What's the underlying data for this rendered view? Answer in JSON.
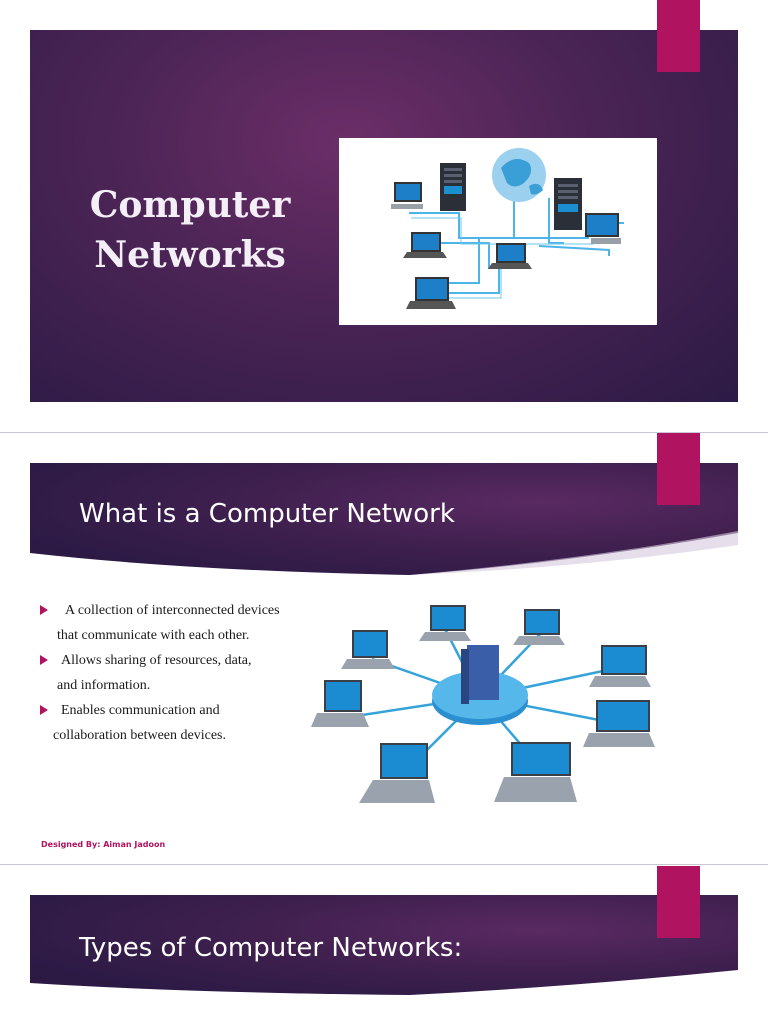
{
  "slides": [
    {
      "title_lines": [
        "Computer",
        "Networks"
      ]
    },
    {
      "title": "What is a Computer Network",
      "bullets": [
        {
          "lines": [
            "A collection of interconnected devices",
            "that communicate with each other."
          ]
        },
        {
          "lines": [
            "Allows sharing of resources, data,",
            "and information."
          ]
        },
        {
          "lines": [
            "Enables communication and",
            "collaboration between devices."
          ]
        }
      ],
      "footer": "Designed By: Aiman Jadoon"
    },
    {
      "title": "Types of Computer Networks:"
    }
  ],
  "colors": {
    "accent": "#b0135f",
    "banner_dark": "#2c1a45",
    "banner_mid": "#6c2e68",
    "link_blue": "#35a3d9"
  }
}
